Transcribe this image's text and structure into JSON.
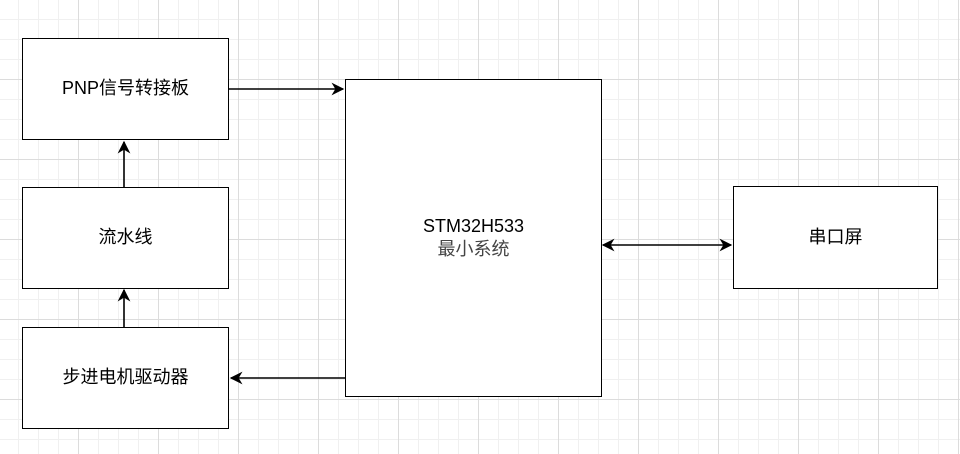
{
  "diagram": {
    "nodes": {
      "pnp_board": "PNP信号转接板",
      "conveyor": "流水线",
      "stepper_driver": "步进电机驱动器",
      "mcu_line1": "STM32H533",
      "mcu_line2": "最小系统",
      "serial_screen": "串口屏"
    },
    "edges": [
      {
        "from": "conveyor",
        "to": "pnp_board",
        "direction": "one-way"
      },
      {
        "from": "stepper_driver",
        "to": "conveyor",
        "direction": "one-way"
      },
      {
        "from": "pnp_board",
        "to": "mcu",
        "direction": "one-way"
      },
      {
        "from": "mcu",
        "to": "stepper_driver",
        "direction": "one-way"
      },
      {
        "from": "mcu",
        "to": "serial_screen",
        "direction": "bidirectional"
      }
    ]
  }
}
